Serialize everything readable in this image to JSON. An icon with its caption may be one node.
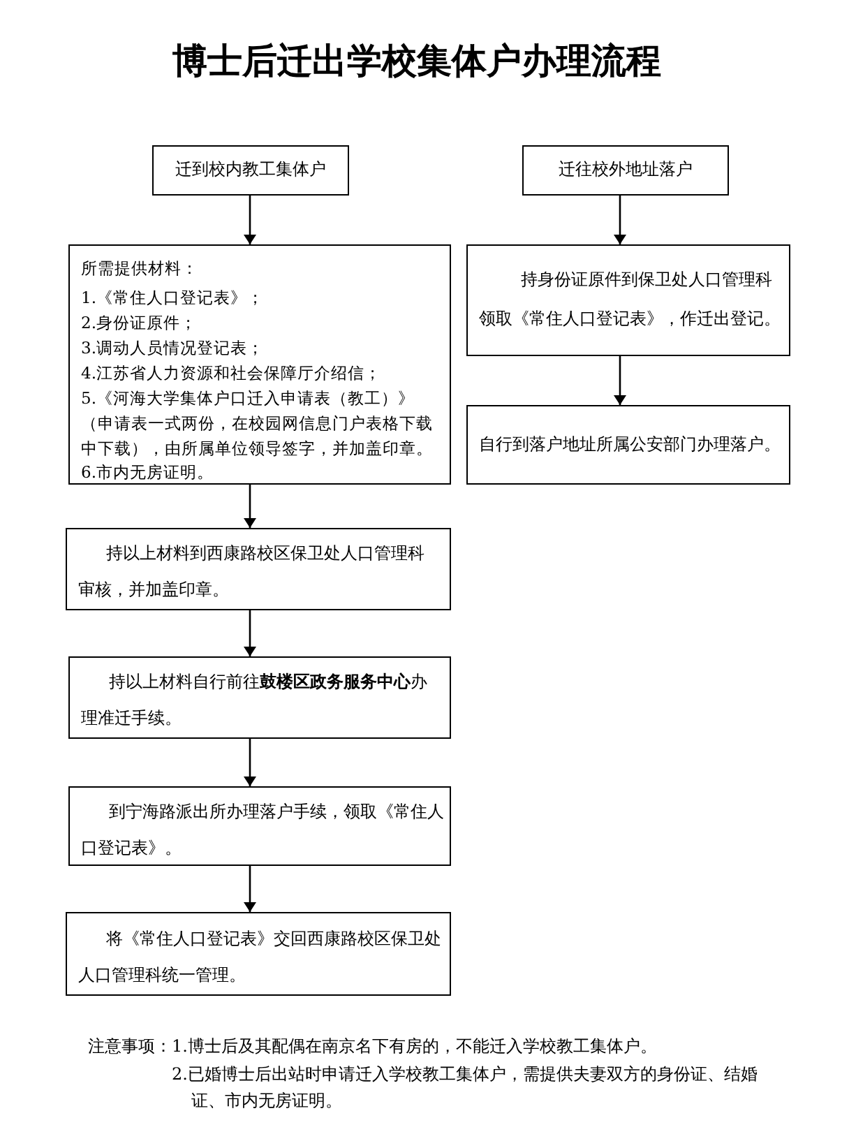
{
  "diagram": {
    "title": "博士后迁出学校集体户办理流程",
    "nodes": [
      {
        "text": [
          "迁到校内教工集体户"
        ]
      },
      {
        "text": [
          "迁往校外地址落户"
        ]
      },
      {
        "text": [
          "所需提供材料：",
          "1.《常住人口登记表》；",
          "2.身份证原件；",
          "3.调动人员情况登记表；",
          "4.江苏省人力资源和社会保障厅介绍信；",
          "5.《河海大学集体户口迁入申请表（教工）》（申请表一式两份，在校园网信息门户表格下载中下载），由所属单位领导签字，并加盖印章。",
          "6.市内无房证明。"
        ]
      },
      {
        "text": [
          "持身份证原件到保卫处人口管理科领取《常住人口登记表》，作迁出登记。"
        ]
      },
      {
        "text": [
          "自行到落户地址所属公安部门办理落户。"
        ]
      },
      {
        "text": [
          "持以上材料到西康路校区保卫处人口管理科审核，并加盖印章。"
        ]
      },
      {
        "text": [
          "持以上材料自行前往**鼓楼区政务服务中心**办理准迁手续。"
        ]
      },
      {
        "text": [
          "到宁海路派出所办理落户手续，领取《常住人口登记表》。"
        ]
      },
      {
        "text": [
          "将《常住人口登记表》交回西康路校区保卫处人口管理科统一管理。"
        ]
      }
    ],
    "edges": [
      {
        "from": 0,
        "to": 2,
        "arrow": "to"
      },
      {
        "from": 2,
        "to": 5,
        "arrow": "to"
      },
      {
        "from": 5,
        "to": 6,
        "arrow": "to"
      },
      {
        "from": 6,
        "to": 7,
        "arrow": "to"
      },
      {
        "from": 7,
        "to": 8,
        "arrow": "to"
      },
      {
        "from": 1,
        "to": 3,
        "arrow": "to"
      },
      {
        "from": 3,
        "to": 4,
        "arrow": "to"
      }
    ],
    "labels": [
      "注意事项：",
      "1.博士后及其配偶在南京名下有房的，不能迁入学校教工集体户。",
      "2.已婚博士后出站时申请迁入学校教工集体户，需提供夫妻双方的身份证、结婚证、市内无房证明。"
    ]
  }
}
